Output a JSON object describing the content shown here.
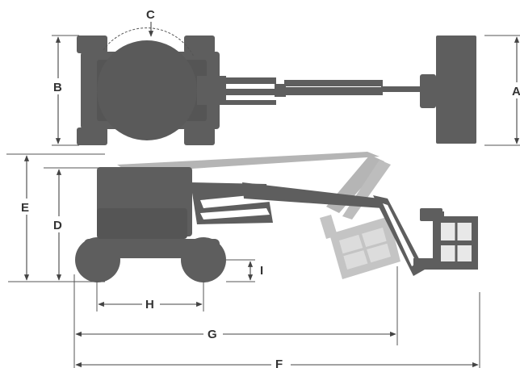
{
  "labels": {
    "A": "A",
    "B": "B",
    "C": "C",
    "D": "D",
    "E": "E",
    "F": "F",
    "G": "G",
    "H": "H",
    "I": "I"
  },
  "colors": {
    "machine": "#5e5e5e",
    "machine_dark": "#4a4a4a",
    "boom_raised": "#b5b5b5",
    "dimension": "#444444",
    "basket_rail": "#e8e8e8"
  }
}
